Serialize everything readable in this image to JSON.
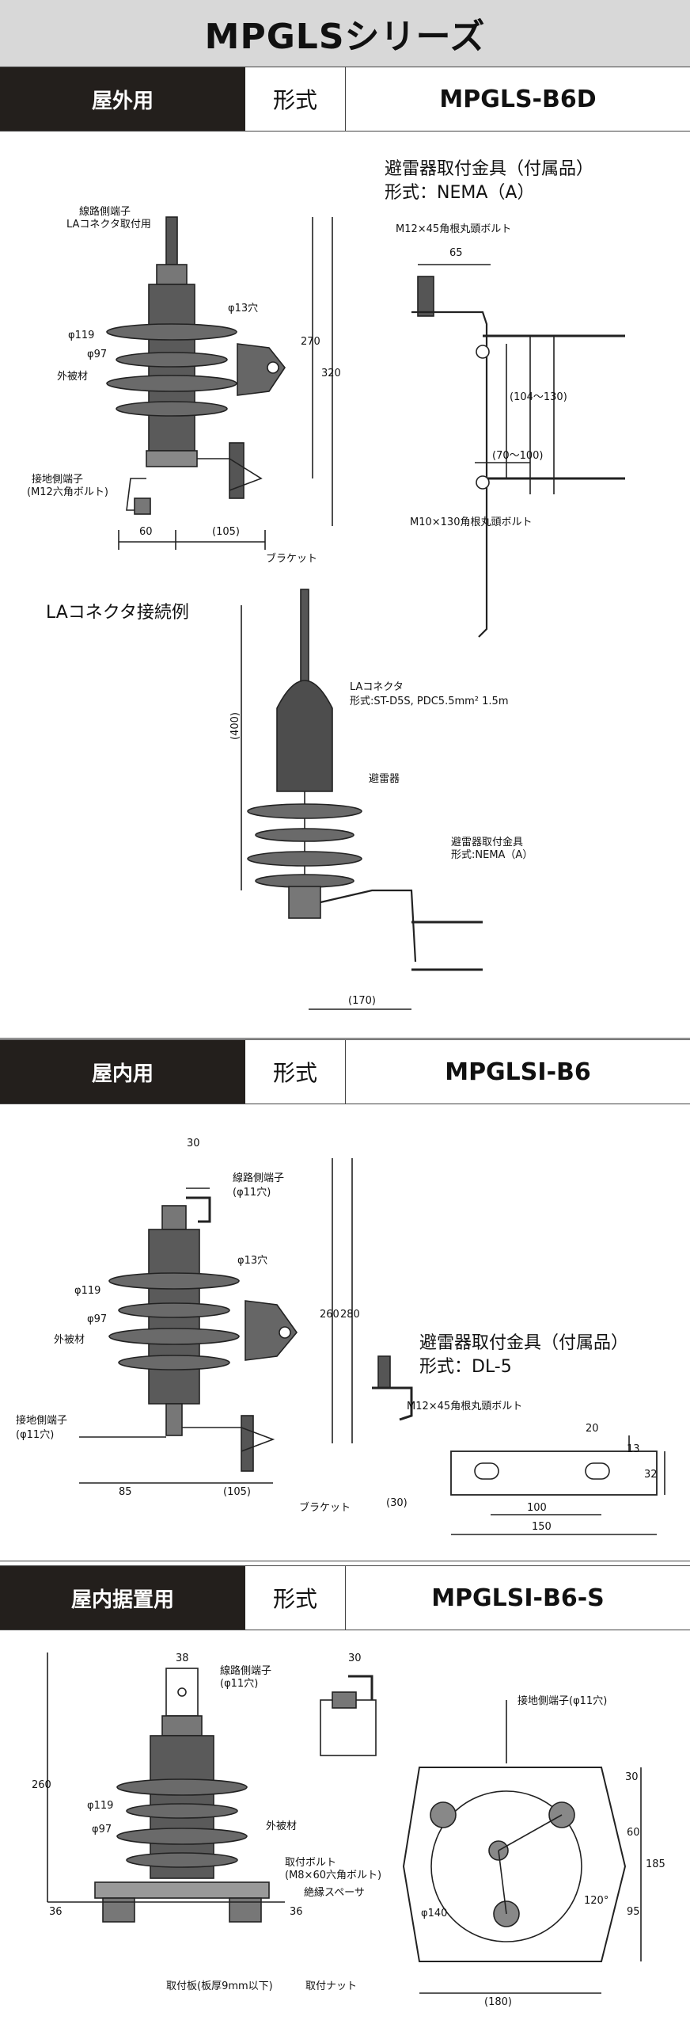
{
  "title": "MPGLSシリーズ",
  "sections": [
    {
      "category": "屋外用",
      "form_label": "形式",
      "model": "MPGLS-B6D"
    },
    {
      "category": "屋内用",
      "form_label": "形式",
      "model": "MPGLSI-B6"
    },
    {
      "category": "屋内据置用",
      "form_label": "形式",
      "model": "MPGLSI-B6-S"
    }
  ],
  "outdoor": {
    "line_terminal": "線路側端子",
    "la_connector_mount": "LAコネクタ取付用",
    "hole13": "φ13穴",
    "d119": "φ119",
    "d97": "φ97",
    "sheath": "外被材",
    "ground_terminal": "接地側端子",
    "ground_bolt": "(M12六角ボルト)",
    "dim60": "60",
    "dim105": "(105)",
    "bracket": "ブラケット",
    "dim270": "270",
    "dim320": "320",
    "fitting_title": "避雷器取付金具（付属品）",
    "fitting_form": "形式：NEMA（A）",
    "dim65": "65",
    "bolt_m12": "M12×45角根丸頭ボルト",
    "dim104_130": "(104〜130)",
    "dim70_100": "(70〜100)",
    "bolt_m10": "M10×130角根丸頭ボルト",
    "la_example_title": "LAコネクタ接続例",
    "la_connector": "LAコネクタ",
    "la_form": "形式:ST-D5S, PDC5.5mm² 1.5m",
    "arrester": "避雷器",
    "fitting2": "避雷器取付金具",
    "fitting2_form": "形式:NEMA（A）",
    "dim400": "(400)",
    "dim170": "(170)"
  },
  "indoor": {
    "dim30": "30",
    "line_terminal": "線路側端子",
    "line_hole": "(φ11穴)",
    "hole13": "φ13穴",
    "d119": "φ119",
    "d97": "φ97",
    "sheath": "外被材",
    "ground_terminal": "接地側端子",
    "ground_hole": "(φ11穴)",
    "dim85": "85",
    "dim105": "(105)",
    "bracket": "ブラケット",
    "dim260": "260",
    "dim280": "280",
    "fitting_title": "避雷器取付金具（付属品）",
    "fitting_form": "形式：DL-5",
    "bolt_m12": "M12×45角根丸頭ボルト",
    "dim30b": "(30)",
    "dim20": "20",
    "dim13": "13",
    "dim32": "32",
    "dim100": "100",
    "dim150": "150"
  },
  "stand": {
    "dim38": "38",
    "line_terminal": "線路側端子",
    "line_hole": "(φ11穴)",
    "dim30": "30",
    "d119": "φ119",
    "d97": "φ97",
    "sheath": "外被材",
    "mount_bolt": "取付ボルト",
    "mount_bolt_spec": "(M8×60六角ボルト)",
    "spacer": "絶縁スペーサ",
    "dim260": "260",
    "dim36a": "36",
    "dim36b": "36",
    "plate": "取付板(板厚9mm以下)",
    "nut": "取付ナット",
    "ground_terminal": "接地側端子(φ11穴)",
    "dim30r": "30",
    "dim60": "60",
    "dim185": "185",
    "dim95": "95",
    "d140": "φ140",
    "angle": "120°",
    "dim180": "(180)"
  }
}
